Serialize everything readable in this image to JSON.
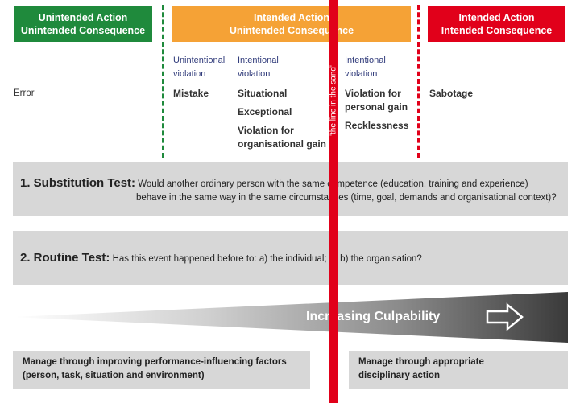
{
  "headers": {
    "left": {
      "line1": "Unintended Action",
      "line2": "Unintended Consequence",
      "color": "#1f8a3c"
    },
    "middle": {
      "line1": "Intended Action",
      "line2": "Unintended Consequence",
      "color": "#f5a236"
    },
    "right": {
      "line1": "Intended Action",
      "line2": "Intended Consequence",
      "color": "#e1001a"
    }
  },
  "red_line_label": "'the line in the sand'",
  "columns": {
    "error": "Error",
    "unintentional_header": {
      "line1": "Unintentional",
      "line2": "violation"
    },
    "mistake": "Mistake",
    "intentional_header": {
      "line1": "Intentional",
      "line2": "violation"
    },
    "situational": "Situational",
    "exceptional": "Exceptional",
    "violation_org": {
      "line1": "Violation for",
      "line2": "organisational gain"
    },
    "intentional_header_right": {
      "line1": "Intentional",
      "line2": "violation"
    },
    "violation_personal": {
      "line1": "Violation for",
      "line2": "personal gain"
    },
    "recklessness": "Recklessness",
    "sabotage": "Sabotage"
  },
  "tests": {
    "substitution": {
      "title": "1. Substitution Test:",
      "line1": "Would another ordinary person with the same competence (education, training and experience)",
      "line2": "behave in the same way in the same circumstances (time, goal, demands and organisational context)?"
    },
    "routine": {
      "title": "2. Routine Test:",
      "text": "Has this event happened before to: a) the individual; or b) the organisation?"
    }
  },
  "culpability": {
    "label": "Increasing Culpability"
  },
  "bottom": {
    "left": {
      "line1": "Manage through improving performance-influencing factors",
      "line2": "(person, task, situation and environment)"
    },
    "right": {
      "line1": "Manage through appropriate",
      "line2": "disciplinary action"
    }
  },
  "colors": {
    "green": "#1f8a3c",
    "orange": "#f5a236",
    "red": "#e1001a",
    "grey_band": "#d7d7d7"
  }
}
